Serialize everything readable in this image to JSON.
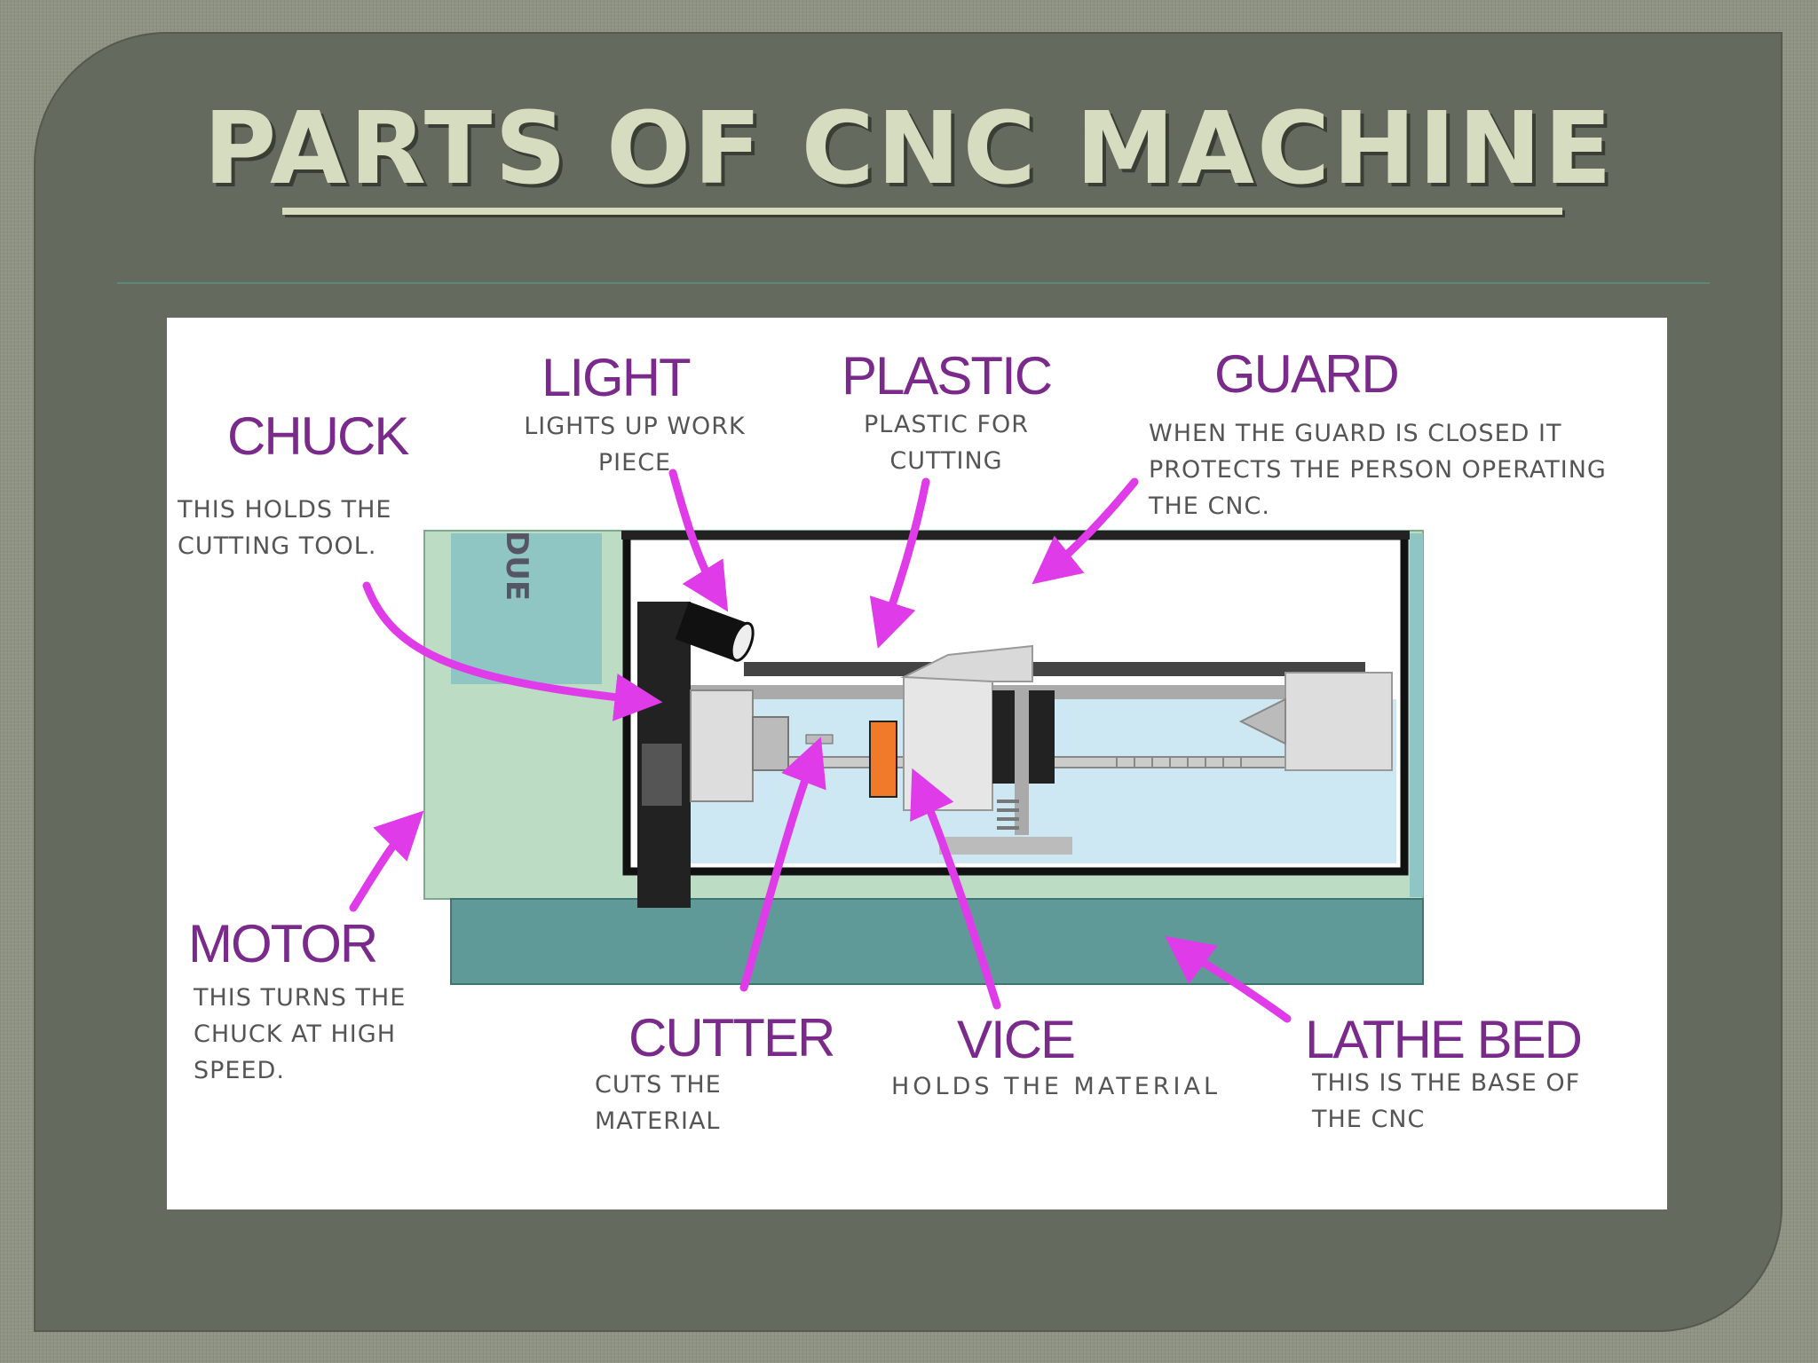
{
  "slide": {
    "title": "PARTS OF CNC MACHINE"
  },
  "diagram": {
    "machine_brand": "DUE",
    "arrow_color": "#e03be8",
    "parts": [
      {
        "name": "CHUCK",
        "description": "THIS HOLDS THE CUTTING TOOL."
      },
      {
        "name": "LIGHT",
        "description": "LIGHTS UP WORK PIECE"
      },
      {
        "name": "PLASTIC",
        "description": "PLASTIC FOR CUTTING"
      },
      {
        "name": "GUARD",
        "description": "WHEN THE GUARD IS CLOSED IT PROTECTS THE PERSON OPERATING THE CNC."
      },
      {
        "name": "MOTOR",
        "description": "THIS TURNS THE CHUCK AT HIGH SPEED."
      },
      {
        "name": "CUTTER",
        "description": "CUTS THE MATERIAL"
      },
      {
        "name": "VICE",
        "description": "HOLDS THE MATERIAL"
      },
      {
        "name": "LATHE BED",
        "description": "THIS IS THE BASE OF THE CNC"
      }
    ]
  }
}
